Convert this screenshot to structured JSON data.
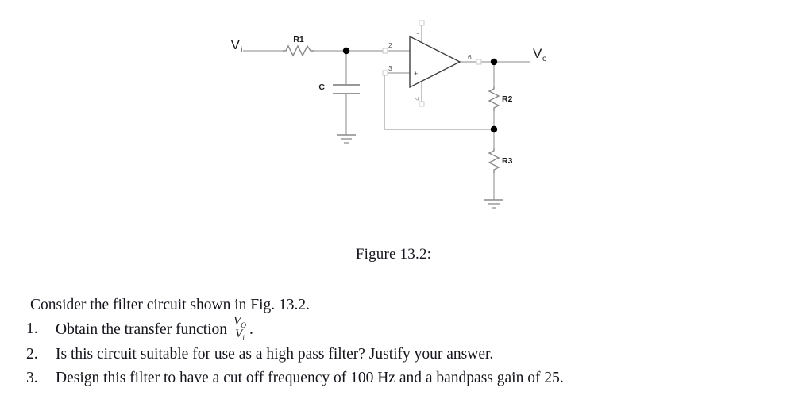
{
  "document": {
    "figure": {
      "caption": "Figure 13.2:",
      "circuit": {
        "title": "active filter circuit with operational amplifier",
        "labels": {
          "input_v": "V",
          "input_v_sub": "i",
          "output_v": "V",
          "output_v_sub": "o",
          "r1": "R1",
          "c": "C",
          "r2": "R2",
          "r3": "R3"
        },
        "opamp_pins": {
          "inverting": "2",
          "noninverting": "3",
          "output": "6",
          "supply_positive": "7",
          "supply_negative": "4",
          "minus_sign": "-",
          "plus_sign": "+"
        },
        "colors": {
          "wire": "#808080",
          "node": "#000000",
          "text": "#1a1a1a"
        }
      }
    },
    "prose": {
      "intro": "Consider the filter circuit shown in Fig. 13.2.",
      "questions": [
        {
          "number": "1.",
          "text_before": "Obtain the transfer function",
          "fraction_numerator": "V",
          "fraction_numerator_sub": "O",
          "fraction_denominator": "V",
          "fraction_denominator_sub": "i",
          "text_after": "."
        },
        {
          "number": "2.",
          "text": "Is this circuit suitable for use as a high pass filter? Justify your answer."
        },
        {
          "number": "3.",
          "text": "Design this filter to have a cut off frequency of 100 Hz and a bandpass gain of 25."
        }
      ]
    }
  }
}
